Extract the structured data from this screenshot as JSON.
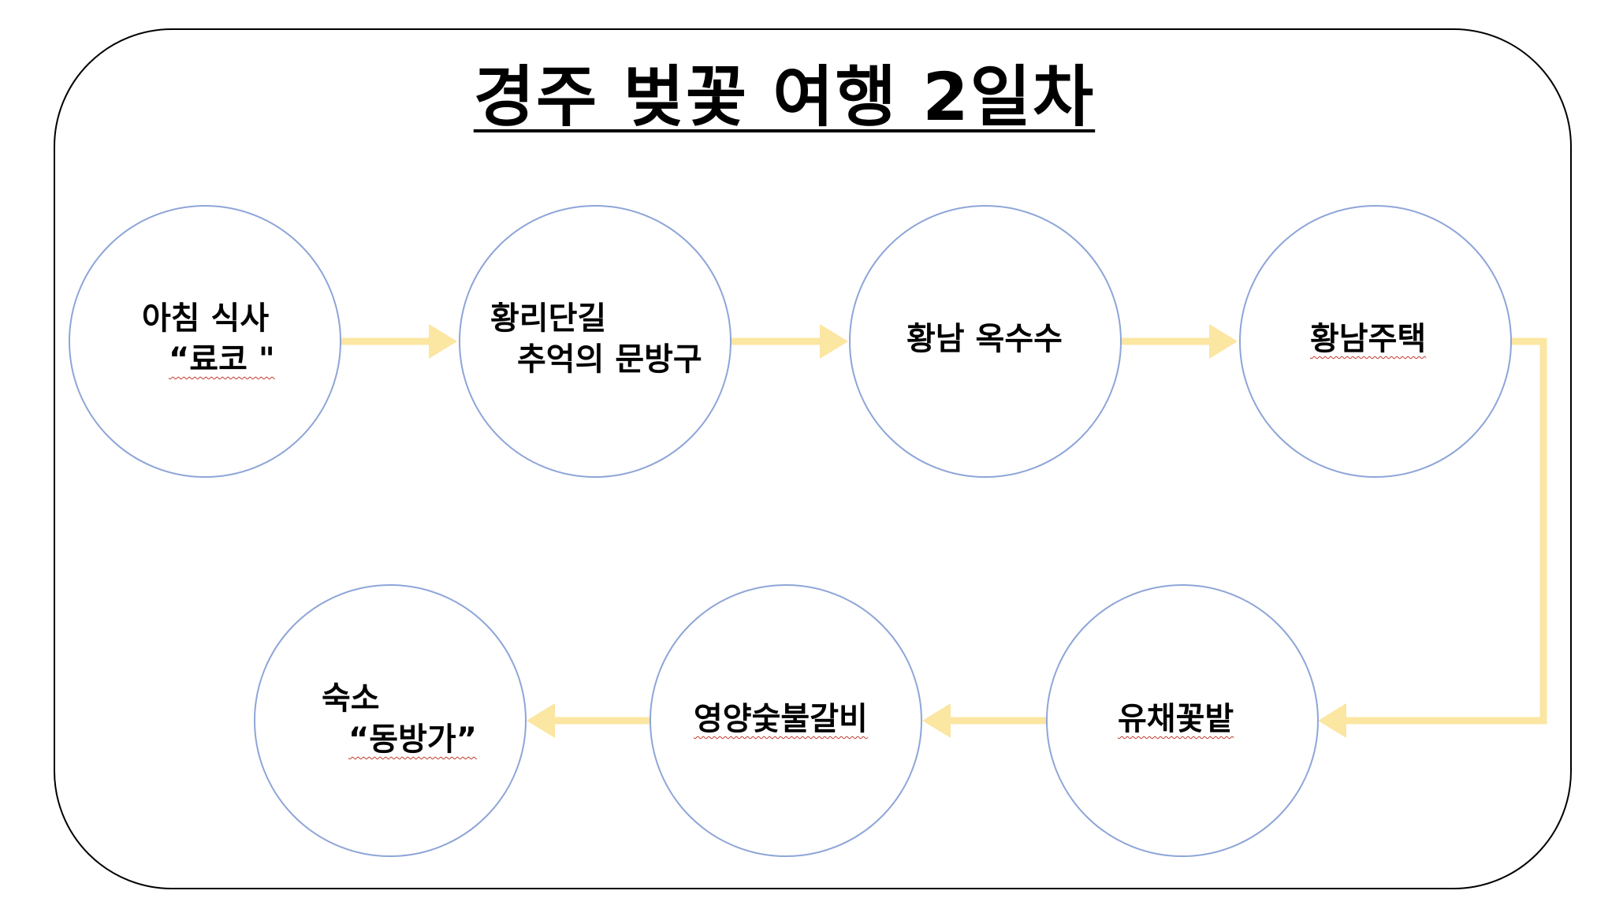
{
  "title": "경주 벚꽃 여행 2일차",
  "colors": {
    "circle_stroke": "#8ea5d8",
    "arrow": "#fbe6a2",
    "frame": "#000000"
  },
  "stops": [
    {
      "id": "breakfast",
      "line1": "아침 식사",
      "line2": "“료코 \""
    },
    {
      "id": "hwangridan",
      "line1": "황리단길",
      "line2": "추억의 문방구"
    },
    {
      "id": "corn",
      "line1": "황남 옥수수",
      "line2": ""
    },
    {
      "id": "hwangnam-house",
      "line1": "황남주택",
      "line2": ""
    },
    {
      "id": "rapeseed",
      "line1": "유채꽃밭",
      "line2": ""
    },
    {
      "id": "galbi",
      "line1": "영양숯불갈비",
      "line2": ""
    },
    {
      "id": "lodging",
      "line1": "숙소",
      "line2": "“동방가”"
    }
  ]
}
